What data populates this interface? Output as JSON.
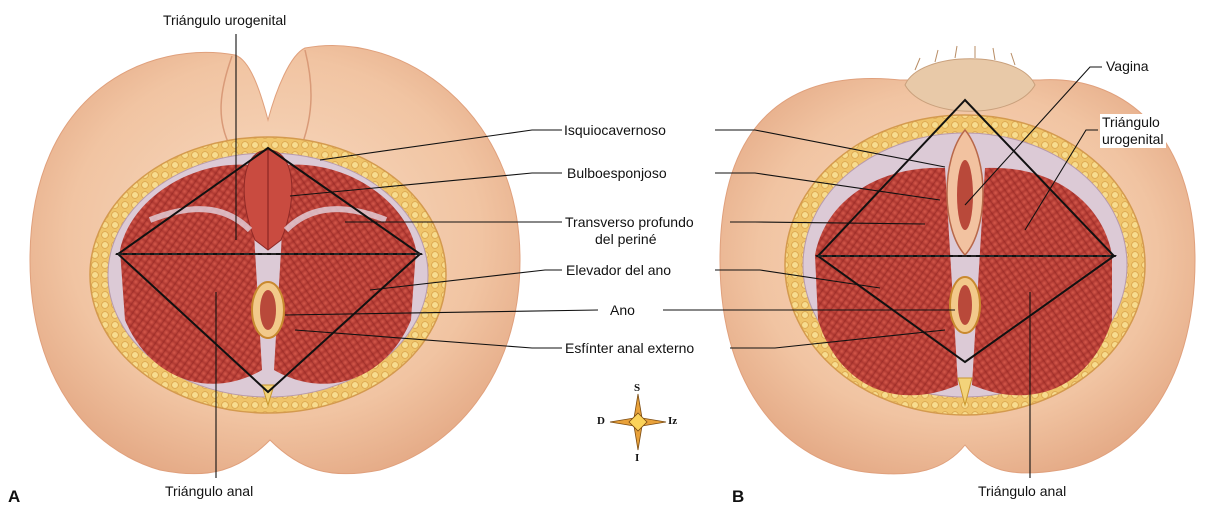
{
  "panels": [
    {
      "letter": "A"
    },
    {
      "letter": "B"
    }
  ],
  "labels": {
    "a_triangulo_urogenital": "Triángulo urogenital",
    "a_triangulo_anal": "Triángulo anal",
    "isquiocavernoso": "Isquiocavernoso",
    "bulboesponjoso": "Bulboesponjoso",
    "transverso_line1": "Transverso profundo",
    "transverso_line2": "del periné",
    "elevador": "Elevador del ano",
    "ano": "Ano",
    "esfinter": "Esfínter anal externo",
    "vagina": "Vagina",
    "b_triangulo_line1": "Triángulo",
    "b_triangulo_line2": "urogenital",
    "b_triangulo_anal": "Triángulo anal"
  },
  "compass": {
    "top": "S",
    "bottom": "I",
    "left": "D",
    "right": "Iz"
  },
  "colors": {
    "skin": "#f4cdb0",
    "skin_shadow": "#e8b08c",
    "fat": "#f0c86a",
    "muscle": "#c8463e",
    "muscle_dark": "#9c2d2a",
    "fascia": "#dcc9d6"
  }
}
